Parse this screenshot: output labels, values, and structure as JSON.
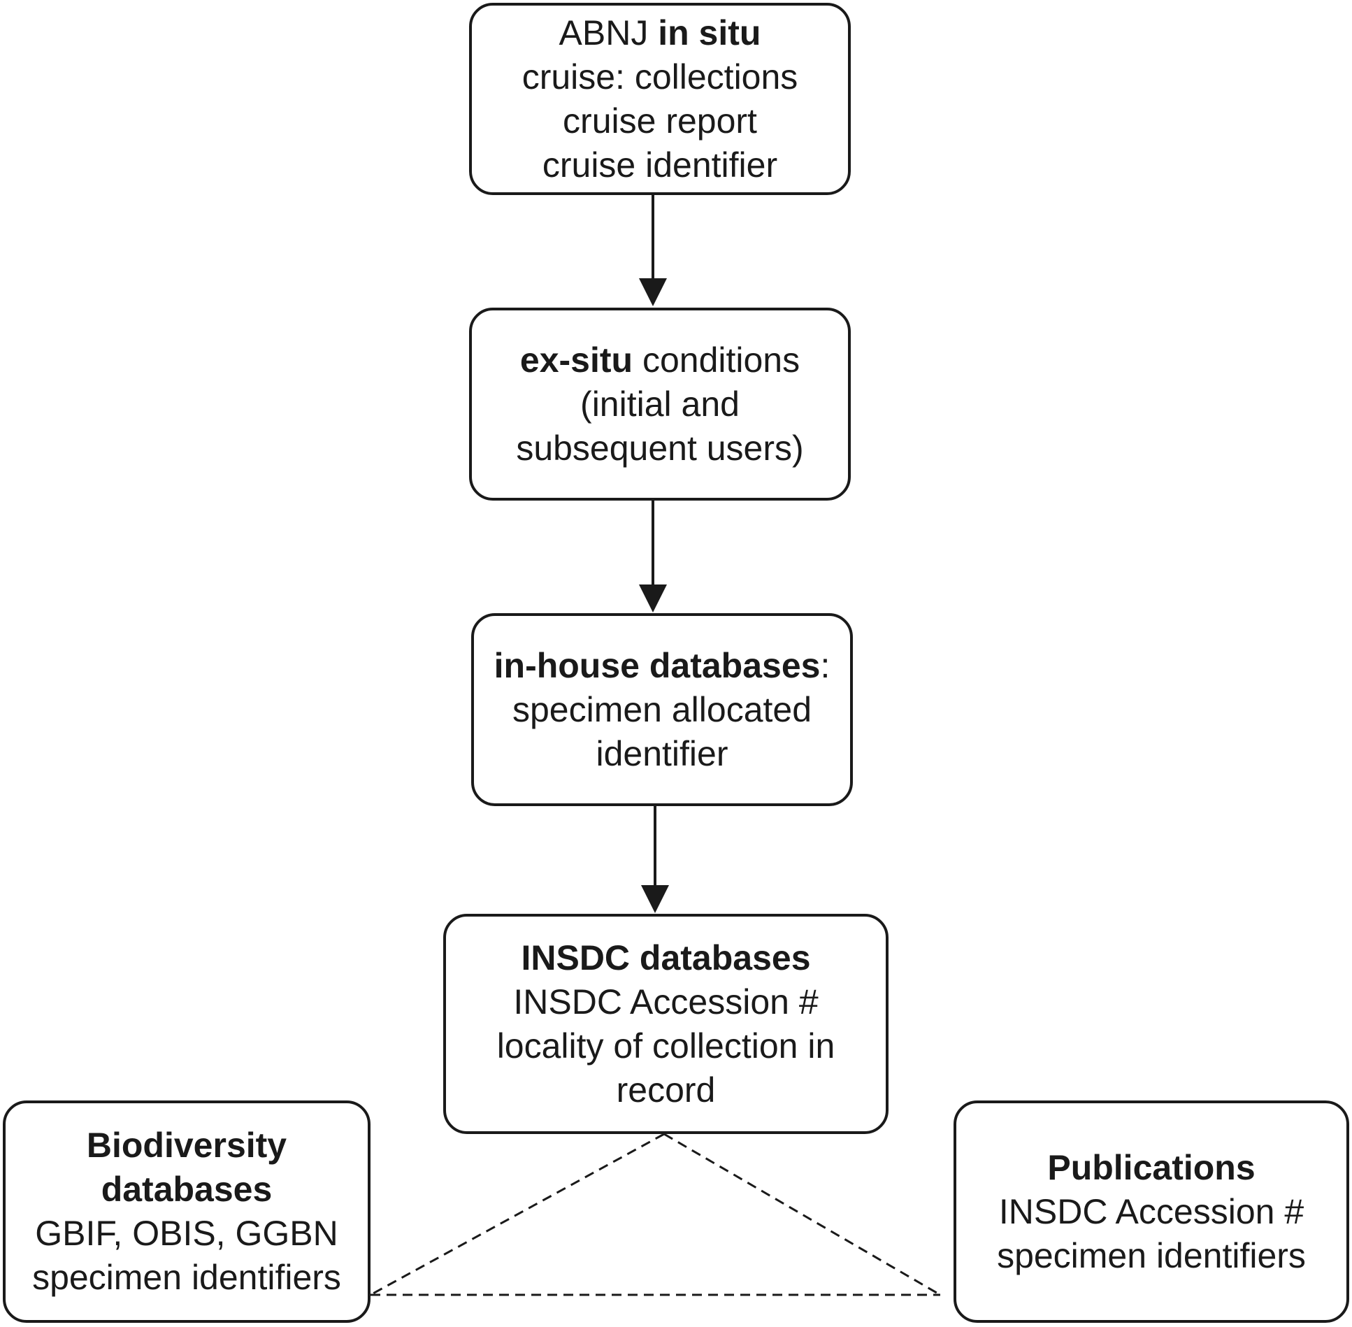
{
  "colors": {
    "stroke": "#1a1a1a",
    "background": "#ffffff"
  },
  "nodes": {
    "abnj": {
      "l1_a": "ABNJ ",
      "l1_b": "in situ",
      "l2": "cruise: collections",
      "l3": "cruise report",
      "l4": "cruise identifier"
    },
    "exsitu": {
      "l1_a": "ex-situ",
      "l1_b": " conditions",
      "l2": "(initial and",
      "l3": "subsequent users)"
    },
    "inhouse": {
      "l1_a": "in-house databases",
      "l1_b": ":",
      "l2": "specimen allocated",
      "l3": "identifier"
    },
    "insdc": {
      "l1": "INSDC databases",
      "l2": "INSDC Accession #",
      "l3": "locality of collection in",
      "l4": "record"
    },
    "biodiversity": {
      "l1": "Biodiversity",
      "l2": "databases",
      "l3": "GBIF, OBIS, GGBN",
      "l4": "specimen identifiers"
    },
    "publications": {
      "l1": "Publications",
      "l2": "INSDC Accession #",
      "l3": "specimen identifiers"
    }
  },
  "edges": [
    {
      "from": "abnj",
      "to": "exsitu",
      "style": "solid-arrow"
    },
    {
      "from": "exsitu",
      "to": "inhouse",
      "style": "solid-arrow"
    },
    {
      "from": "inhouse",
      "to": "insdc",
      "style": "solid-arrow"
    },
    {
      "from": "insdc",
      "to": "biodiversity",
      "style": "dashed"
    },
    {
      "from": "insdc",
      "to": "publications",
      "style": "dashed"
    },
    {
      "from": "biodiversity",
      "to": "publications",
      "style": "dashed"
    }
  ]
}
